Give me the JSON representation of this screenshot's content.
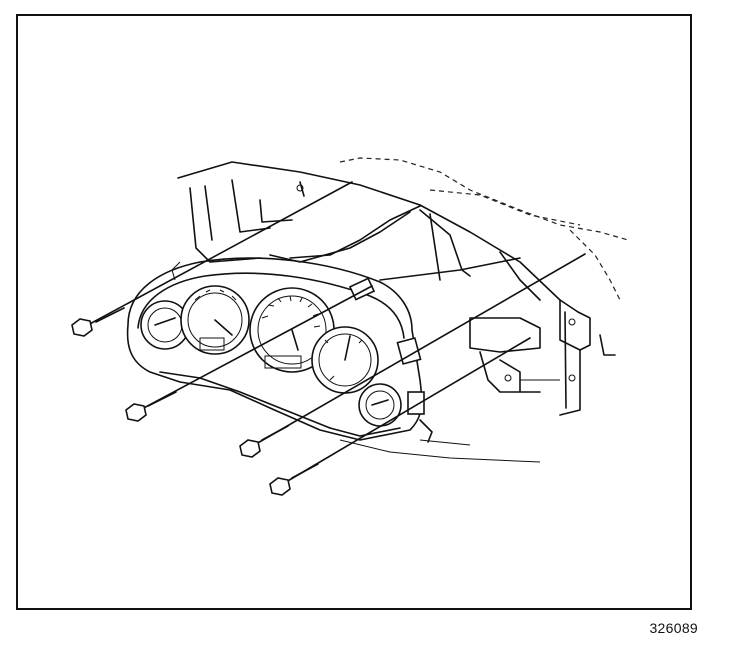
{
  "figure": {
    "number": "326089"
  },
  "parts": {
    "bolts": [
      "bolt-upper-left",
      "bolt-middle-left",
      "bolt-lower-center",
      "bolt-bottom-center"
    ],
    "gauges": [
      "left-small-gauge",
      "tachometer",
      "speedometer",
      "temperature-gauge",
      "right-small-gauge"
    ]
  },
  "colors": {
    "line": "#111111",
    "background": "#ffffff"
  }
}
